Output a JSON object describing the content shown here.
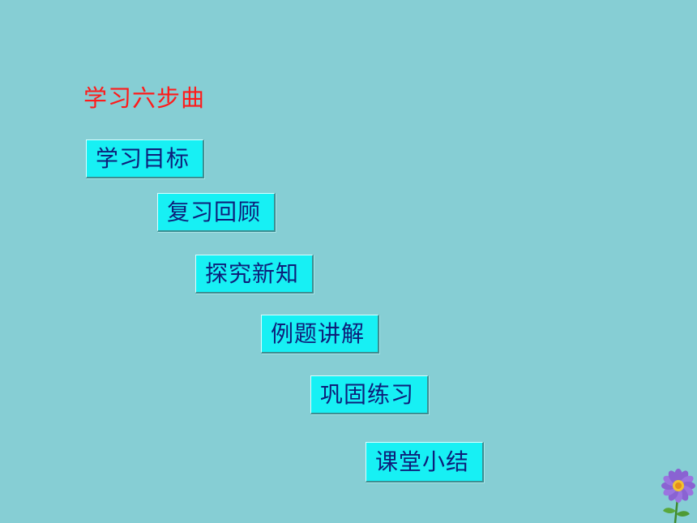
{
  "slide": {
    "heading": "学习六步曲",
    "steps": [
      {
        "label": "学习目标"
      },
      {
        "label": "复习回顾"
      },
      {
        "label": "探究新知"
      },
      {
        "label": "例题讲解"
      },
      {
        "label": "巩固练习"
      },
      {
        "label": "课堂小结"
      }
    ]
  },
  "colors": {
    "background": "#86ced4",
    "heading_text": "#ff1a1a",
    "button_fill": "#17f0f4",
    "button_text": "#0d1f7a"
  },
  "icons": {
    "decoration": "flower-icon"
  }
}
